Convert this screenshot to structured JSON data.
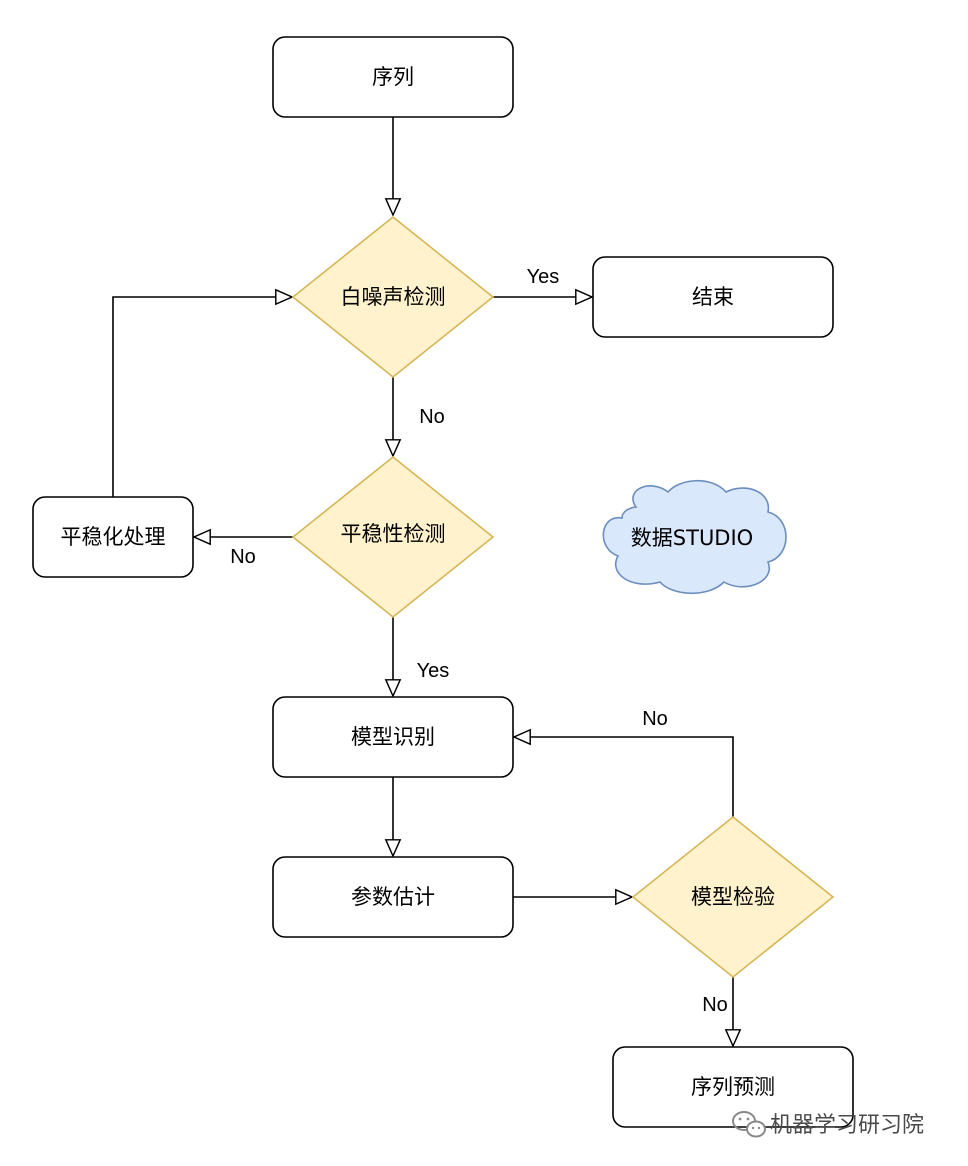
{
  "diagram": {
    "nodes": {
      "sequence": "序列",
      "white_noise_check": "白噪声检测",
      "end": "结束",
      "stationarity_check": "平稳性检测",
      "stationarize": "平稳化处理",
      "model_identification": "模型识别",
      "parameter_estimation": "参数估计",
      "model_check": "模型检验",
      "sequence_forecast": "序列预测"
    },
    "edge_labels": {
      "white_noise_yes": "Yes",
      "white_noise_no": "No",
      "stationarity_no": "No",
      "stationarity_yes": "Yes",
      "model_check_fail": "No",
      "model_check_pass": "No"
    },
    "cloud_label": "数据STUDIO",
    "colors": {
      "decision_fill": "#fff2cc",
      "decision_stroke": "#d6b656",
      "cloud_fill": "#dae8fc",
      "cloud_stroke": "#6c8ebf",
      "process_stroke": "#000000"
    }
  },
  "watermark": {
    "text": "机器学习研习院",
    "icon": "wechat-icon"
  }
}
